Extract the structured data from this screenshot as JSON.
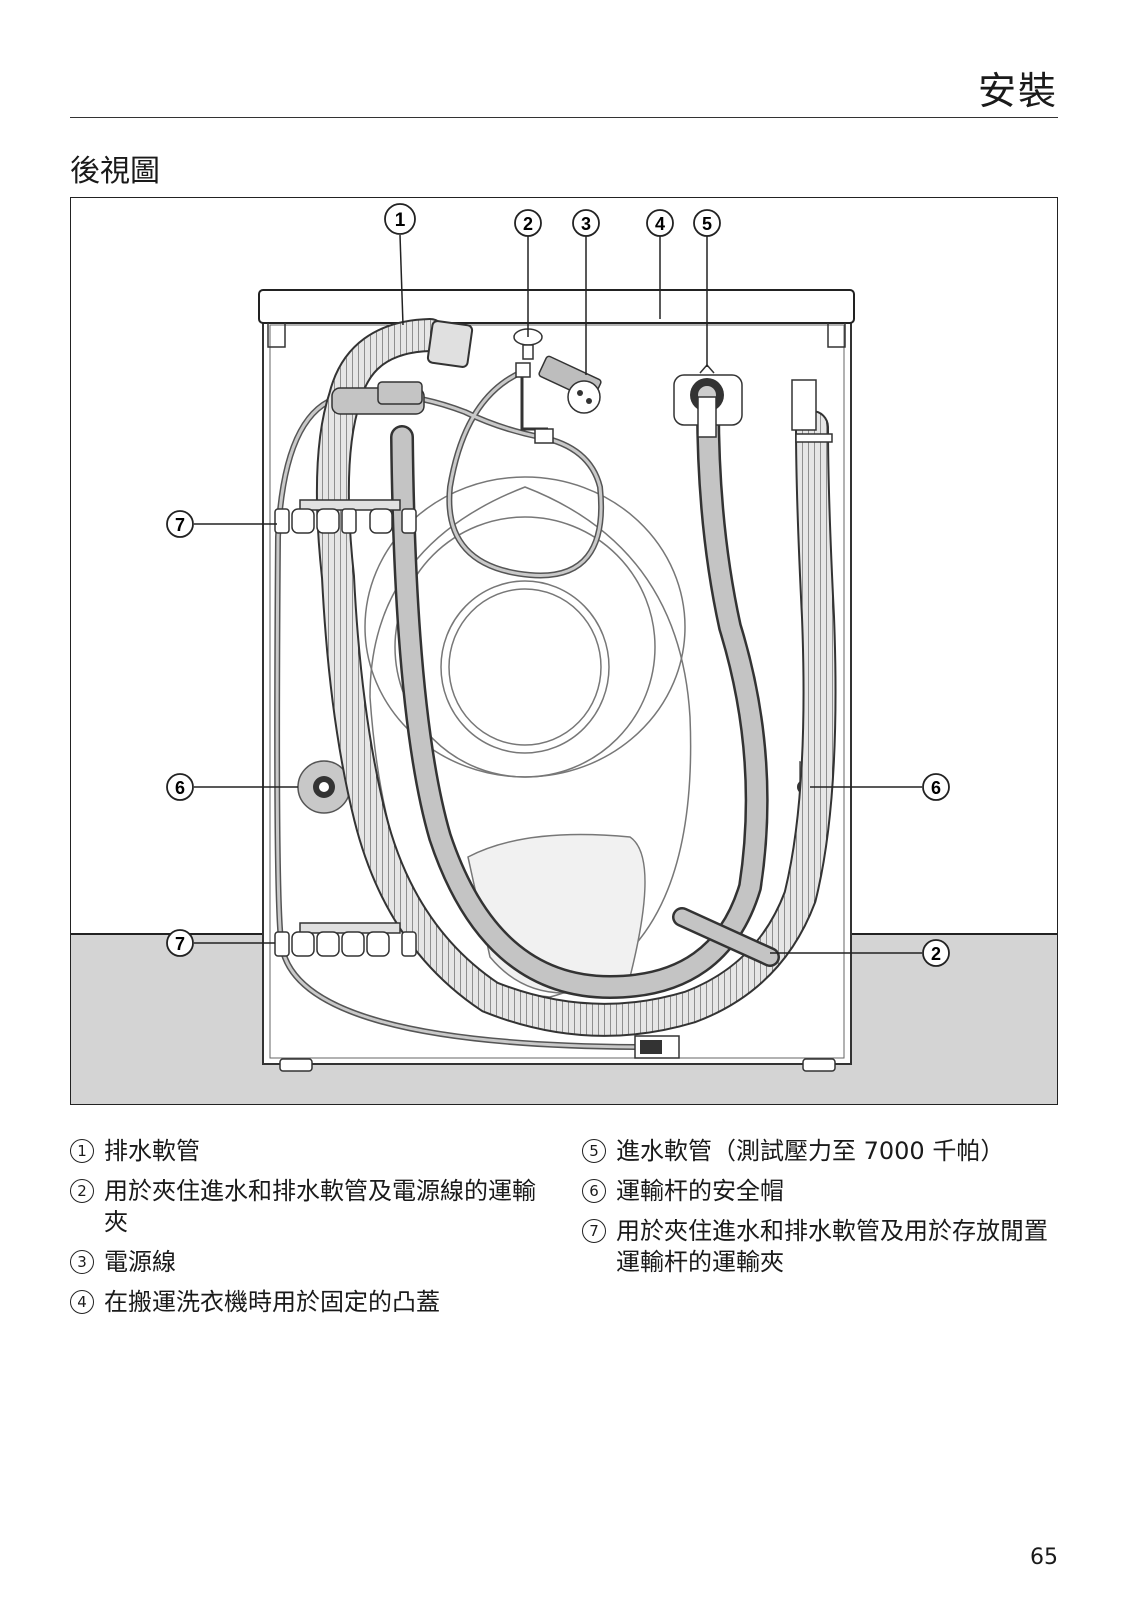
{
  "header": {
    "title": "安裝"
  },
  "section": {
    "title": "後視圖"
  },
  "figure": {
    "callouts": {
      "c1": "1",
      "c2": "2",
      "c3": "3",
      "c4": "4",
      "c5": "5",
      "c6": "6",
      "c7": "7"
    }
  },
  "legend": {
    "left": [
      {
        "num": "1",
        "text": "排水軟管"
      },
      {
        "num": "2",
        "text": "用於夾住進水和排水軟管及電源線的運輸夾"
      },
      {
        "num": "3",
        "text": "電源線"
      },
      {
        "num": "4",
        "text": "在搬運洗衣機時用於固定的凸蓋"
      }
    ],
    "right": [
      {
        "num": "5",
        "text": "進水軟管（測試壓力至 7000 千帕）"
      },
      {
        "num": "6",
        "text": "運輸杆的安全帽"
      },
      {
        "num": "7",
        "text": "用於夾住進水和排水軟管及用於存放閒置運輸杆的運輸夾"
      }
    ]
  },
  "page": {
    "number": "65"
  }
}
